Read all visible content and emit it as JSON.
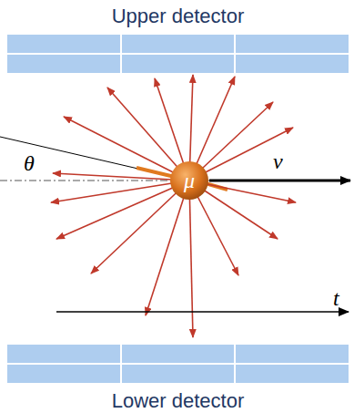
{
  "diagram": {
    "nodes": [
      {
        "text": [
          "Upper detector"
        ]
      },
      {
        "text": [
          "μ"
        ]
      },
      {
        "text": [
          "Lower detector"
        ]
      }
    ],
    "labels": [
      "θ",
      "v⃗",
      "t"
    ]
  }
}
